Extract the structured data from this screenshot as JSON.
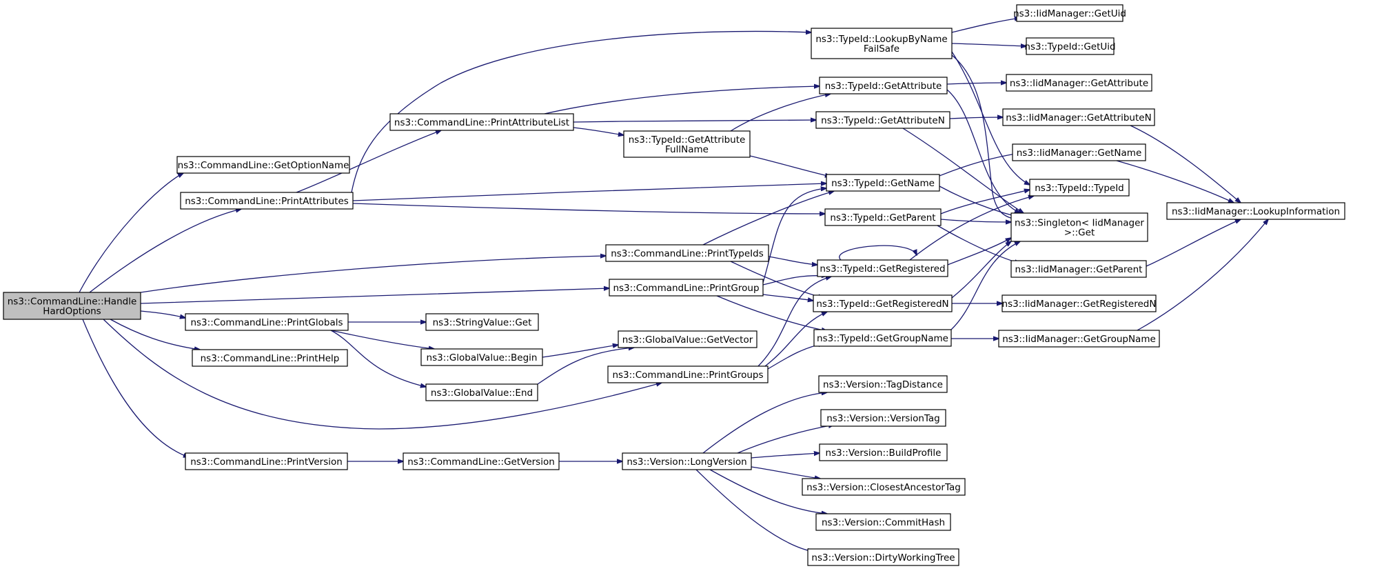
{
  "nodes": {
    "handle": {
      "lines": [
        "ns3::CommandLine::Handle",
        "HardOptions"
      ]
    },
    "getOptionName": {
      "lines": [
        "ns3::CommandLine::GetOptionName"
      ]
    },
    "printAttributes": {
      "lines": [
        "ns3::CommandLine::PrintAttributes"
      ]
    },
    "printGlobals": {
      "lines": [
        "ns3::CommandLine::PrintGlobals"
      ]
    },
    "printHelp": {
      "lines": [
        "ns3::CommandLine::PrintHelp"
      ]
    },
    "printVersion": {
      "lines": [
        "ns3::CommandLine::PrintVersion"
      ]
    },
    "printAttributeList": {
      "lines": [
        "ns3::CommandLine::PrintAttributeList"
      ]
    },
    "tidLookup": {
      "lines": [
        "ns3::TypeId::LookupByName",
        "FailSafe"
      ]
    },
    "tidGetAttrFullName": {
      "lines": [
        "ns3::TypeId::GetAttribute",
        "FullName"
      ]
    },
    "printTypeIds": {
      "lines": [
        "ns3::CommandLine::PrintTypeIds"
      ]
    },
    "printGroup": {
      "lines": [
        "ns3::CommandLine::PrintGroup"
      ]
    },
    "printGroups": {
      "lines": [
        "ns3::CommandLine::PrintGroups"
      ]
    },
    "stringValueGet": {
      "lines": [
        "ns3::StringValue::Get"
      ]
    },
    "gvBegin": {
      "lines": [
        "ns3::GlobalValue::Begin"
      ]
    },
    "gvEnd": {
      "lines": [
        "ns3::GlobalValue::End"
      ]
    },
    "gvGetVector": {
      "lines": [
        "ns3::GlobalValue::GetVector"
      ]
    },
    "clGetVersion": {
      "lines": [
        "ns3::CommandLine::GetVersion"
      ]
    },
    "longVersion": {
      "lines": [
        "ns3::Version::LongVersion"
      ]
    },
    "tidGetAttribute": {
      "lines": [
        "ns3::TypeId::GetAttribute"
      ]
    },
    "tidGetAttributeN": {
      "lines": [
        "ns3::TypeId::GetAttributeN"
      ]
    },
    "tidGetName": {
      "lines": [
        "ns3::TypeId::GetName"
      ]
    },
    "tidGetParent": {
      "lines": [
        "ns3::TypeId::GetParent"
      ]
    },
    "tidGetRegistered": {
      "lines": [
        "ns3::TypeId::GetRegistered"
      ]
    },
    "tidGetRegisteredN": {
      "lines": [
        "ns3::TypeId::GetRegisteredN"
      ]
    },
    "tidGetGroupName": {
      "lines": [
        "ns3::TypeId::GetGroupName"
      ]
    },
    "vTagDistance": {
      "lines": [
        "ns3::Version::TagDistance"
      ]
    },
    "vVersionTag": {
      "lines": [
        "ns3::Version::VersionTag"
      ]
    },
    "vBuildProfile": {
      "lines": [
        "ns3::Version::BuildProfile"
      ]
    },
    "vClosestAncestorTag": {
      "lines": [
        "ns3::Version::ClosestAncestorTag"
      ]
    },
    "vCommitHash": {
      "lines": [
        "ns3::Version::CommitHash"
      ]
    },
    "vDirtyWorkingTree": {
      "lines": [
        "ns3::Version::DirtyWorkingTree"
      ]
    },
    "iidGetUid": {
      "lines": [
        "ns3::IidManager::GetUid"
      ]
    },
    "tidGetUid": {
      "lines": [
        "ns3::TypeId::GetUid"
      ]
    },
    "iidGetAttribute": {
      "lines": [
        "ns3::IidManager::GetAttribute"
      ]
    },
    "iidGetAttributeN": {
      "lines": [
        "ns3::IidManager::GetAttributeN"
      ]
    },
    "iidGetName": {
      "lines": [
        "ns3::IidManager::GetName"
      ]
    },
    "tidTypeId": {
      "lines": [
        "ns3::TypeId::TypeId"
      ]
    },
    "singletonGet": {
      "lines": [
        "ns3::Singleton< IidManager",
        ">::Get"
      ]
    },
    "iidGetParent": {
      "lines": [
        "ns3::IidManager::GetParent"
      ]
    },
    "iidGetRegisteredN": {
      "lines": [
        "ns3::IidManager::GetRegisteredN"
      ]
    },
    "iidGetGroupName": {
      "lines": [
        "ns3::IidManager::GetGroupName"
      ]
    },
    "iidLookupInfo": {
      "lines": [
        "ns3::IidManager::LookupInformation"
      ]
    }
  }
}
